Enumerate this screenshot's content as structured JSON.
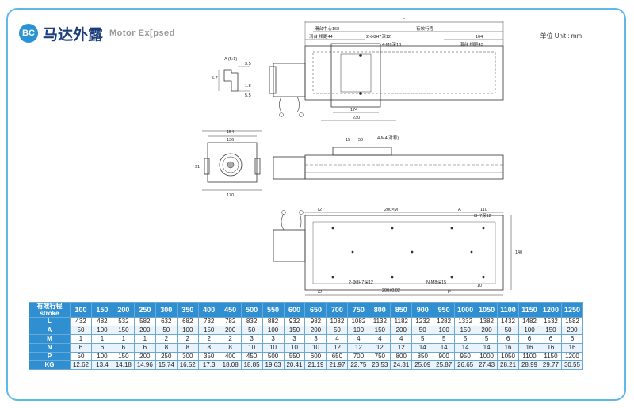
{
  "header": {
    "badge": "BC",
    "title_cn": "马达外露",
    "title_en": "Motor Ex[psed",
    "unit": "单位 Unit : mm"
  },
  "drawing_labels": {
    "top_L": "L",
    "slide_center": "滑台中心168",
    "effective_stroke": "有效行程",
    "slide_dist_44": "滑台 相距44",
    "pin_2": "2-Φ8H7深12",
    "m8_4": "4-M8深18",
    "dim_164": "164",
    "slide_dist_43": "滑台 相距43",
    "dim_174": "174",
    "dim_230": "230",
    "detail_A": "A (5:1)",
    "dim_3_5": "3.5",
    "dim_5_7": "5.7",
    "dim_1_8": "1.8",
    "dim_5_5": "5.5",
    "dim_154": "154",
    "dim_136": "136",
    "dim_170": "170",
    "dim_91": "91",
    "dim_15": "15",
    "dim_50": "50",
    "m4_4": "4-M4(对称)",
    "dim_72a": "72",
    "dim_200m": "200×M",
    "label_A": "A",
    "dim_110": "110",
    "pin_1": "8H7深12",
    "dim_140": "140",
    "dim_72b": "72",
    "pin_2b": "2-Φ8H7深12",
    "dim_200_002": "200±0.02",
    "label_P": "P",
    "m8_n": "N-M8深15",
    "dim_10": "10"
  },
  "table": {
    "header_label": "有效行程\nstroke",
    "strokes": [
      "100",
      "150",
      "200",
      "250",
      "300",
      "350",
      "400",
      "450",
      "500",
      "550",
      "600",
      "650",
      "700",
      "750",
      "800",
      "850",
      "900",
      "950",
      "1000",
      "1050",
      "1100",
      "1150",
      "1200",
      "1250"
    ],
    "rows": [
      {
        "label": "L",
        "values": [
          "432",
          "482",
          "532",
          "582",
          "632",
          "682",
          "732",
          "782",
          "832",
          "882",
          "932",
          "982",
          "1032",
          "1082",
          "1132",
          "1182",
          "1232",
          "1282",
          "1332",
          "1382",
          "1432",
          "1482",
          "1532",
          "1582"
        ]
      },
      {
        "label": "A",
        "values": [
          "50",
          "100",
          "150",
          "200",
          "50",
          "100",
          "150",
          "200",
          "50",
          "100",
          "150",
          "200",
          "50",
          "100",
          "150",
          "200",
          "50",
          "100",
          "150",
          "200",
          "50",
          "100",
          "150",
          "200"
        ]
      },
      {
        "label": "M",
        "values": [
          "1",
          "1",
          "1",
          "1",
          "2",
          "2",
          "2",
          "2",
          "3",
          "3",
          "3",
          "3",
          "4",
          "4",
          "4",
          "4",
          "5",
          "5",
          "5",
          "5",
          "6",
          "6",
          "6",
          "6"
        ]
      },
      {
        "label": "N",
        "values": [
          "6",
          "6",
          "6",
          "6",
          "8",
          "8",
          "8",
          "8",
          "10",
          "10",
          "10",
          "10",
          "12",
          "12",
          "12",
          "12",
          "14",
          "14",
          "14",
          "14",
          "16",
          "16",
          "16",
          "16"
        ]
      },
      {
        "label": "P",
        "values": [
          "50",
          "100",
          "150",
          "200",
          "250",
          "300",
          "350",
          "400",
          "450",
          "500",
          "550",
          "600",
          "650",
          "700",
          "750",
          "800",
          "850",
          "900",
          "950",
          "1000",
          "1050",
          "1100",
          "1150",
          "1200"
        ]
      },
      {
        "label": "KG",
        "values": [
          "12.62",
          "13.4",
          "14.18",
          "14.96",
          "15.74",
          "16.52",
          "17.3",
          "18.08",
          "18.85",
          "19.63",
          "20.41",
          "21.19",
          "21.97",
          "22.75",
          "23.53",
          "24.31",
          "25.09",
          "25.87",
          "26.65",
          "27.43",
          "28.21",
          "28.99",
          "29.77",
          "30.55"
        ]
      }
    ]
  }
}
